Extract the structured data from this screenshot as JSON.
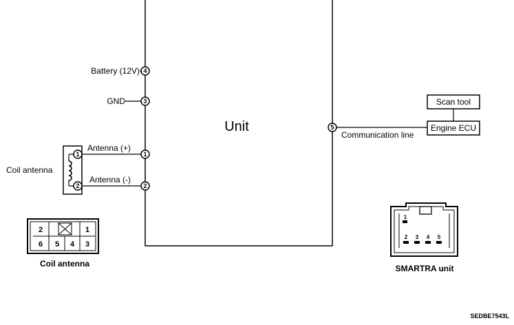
{
  "unit": {
    "label": "Unit"
  },
  "pins": {
    "battery": {
      "label": "Battery (12V)",
      "pin": "4"
    },
    "gnd": {
      "label": "GND",
      "pin": "3"
    },
    "antenna_plus": {
      "label": "Antenna (+)",
      "pin": "1"
    },
    "antenna_minus": {
      "label": "Antenna (-)",
      "pin": "2"
    },
    "communication": {
      "label": "Communication line",
      "pin": "5"
    }
  },
  "coil_antenna": {
    "label": "Coil antenna",
    "pin_a": "1",
    "pin_b": "2"
  },
  "scan_tool": {
    "label": "Scan tool"
  },
  "engine_ecu": {
    "label": "Engine ECU"
  },
  "coil_connector": {
    "caption": "Coil antenna",
    "top_row": [
      "2",
      "1"
    ],
    "bottom_row": [
      "6",
      "5",
      "4",
      "3"
    ]
  },
  "smartra_connector": {
    "caption": "SMARTRA unit",
    "top_pin": "1",
    "bottom_pins": [
      "2",
      "3",
      "4",
      "5"
    ]
  },
  "figure_code": "SEDBE7543L"
}
